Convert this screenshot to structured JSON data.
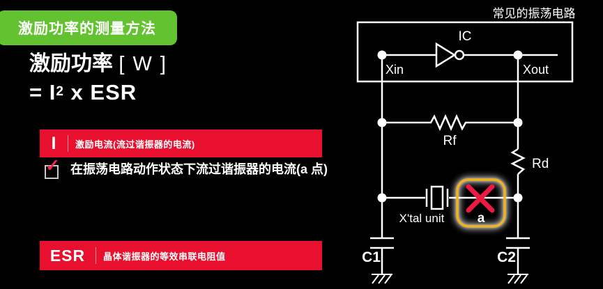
{
  "slide": {
    "badge_label": "激励功率的测量方法",
    "formula": {
      "title": "激励功率",
      "unit": "[ W ]",
      "eq_pre": "= I",
      "eq_sup": "2",
      "eq_post": " x ESR"
    },
    "term_i": {
      "symbol": "I",
      "desc": "激励电流(流过谐振器的电流)"
    },
    "note": {
      "check_glyph": "✓",
      "text": "在振荡电路动作状态下流过谐振器的电流(a 点)"
    },
    "term_esr": {
      "symbol": "ESR",
      "desc": "晶体谐振器的等效串联电阻值"
    }
  },
  "circuit": {
    "caption": "常见的振荡电路",
    "labels": {
      "ic": "IC",
      "xin": "Xin",
      "xout": "Xout",
      "rf": "Rf",
      "rd": "Rd",
      "xtal": "X'tal unit",
      "point": "a",
      "c1": "C1",
      "c2": "C2"
    }
  },
  "colors": {
    "background": "#000000",
    "badge_green": "#63c22f",
    "bar_red": "#e8102e",
    "marker_red": "#ea1a43",
    "highlight_yellow": "#f0b31e",
    "wire_white": "#ffffff",
    "caption_gray": "#d8d8d8"
  }
}
